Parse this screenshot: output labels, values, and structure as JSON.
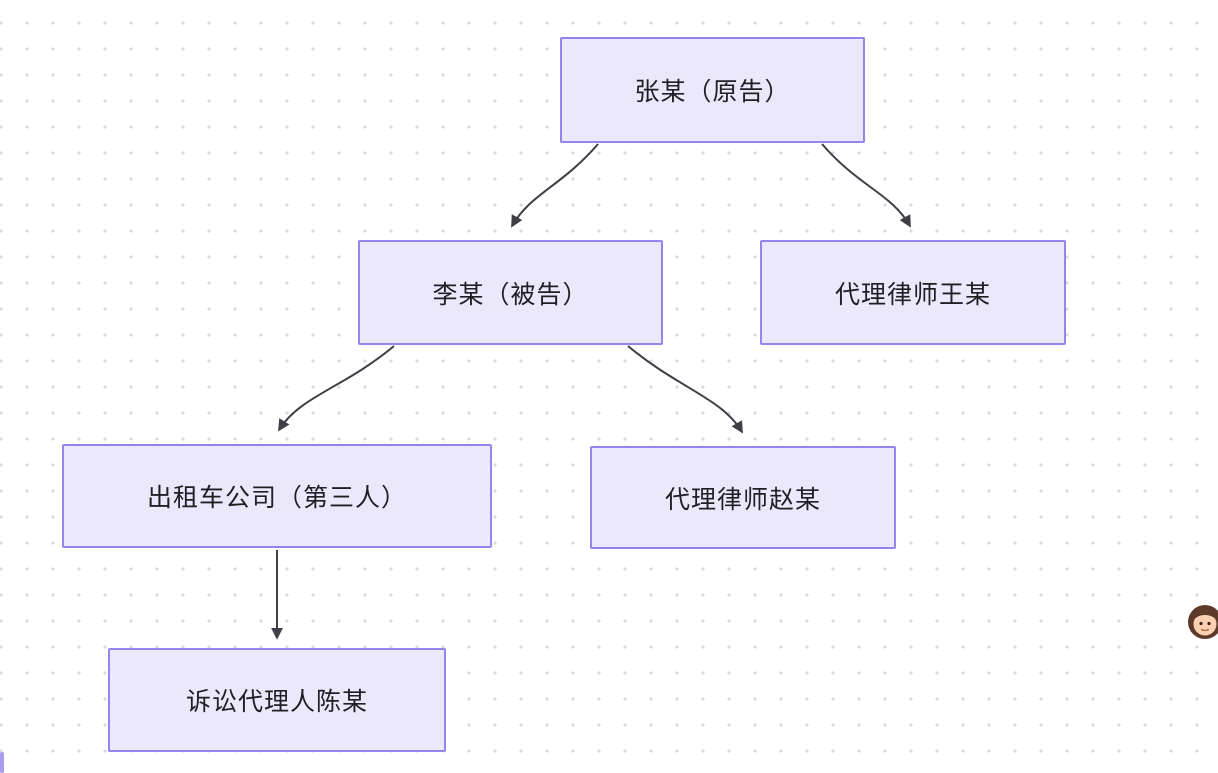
{
  "canvas": {
    "background": "#ffffff",
    "dot_color": "#d9d9e2",
    "node_fill": "#ebe8fc",
    "node_border": "#9484ec",
    "arrow_color": "#3f3f46"
  },
  "diagram": {
    "type": "flowchart",
    "nodes": [
      {
        "id": "plaintiff",
        "label": "张某（原告）"
      },
      {
        "id": "defendant",
        "label": "李某（被告）"
      },
      {
        "id": "lawyer-wang",
        "label": "代理律师王某"
      },
      {
        "id": "taxi-company",
        "label": "出租车公司（第三人）"
      },
      {
        "id": "lawyer-zhao",
        "label": "代理律师赵某"
      },
      {
        "id": "agent-chen",
        "label": "诉讼代理人陈某"
      }
    ],
    "edges": [
      {
        "from": "张某（原告）",
        "to": "李某（被告）"
      },
      {
        "from": "张某（原告）",
        "to": "代理律师王某"
      },
      {
        "from": "李某（被告）",
        "to": "出租车公司（第三人）"
      },
      {
        "from": "李某（被告）",
        "to": "代理律师赵某"
      },
      {
        "from": "出租车公司（第三人）",
        "to": "诉讼代理人陈某"
      }
    ]
  },
  "presence": {
    "collaborator_avatar": "girl-avatar"
  }
}
